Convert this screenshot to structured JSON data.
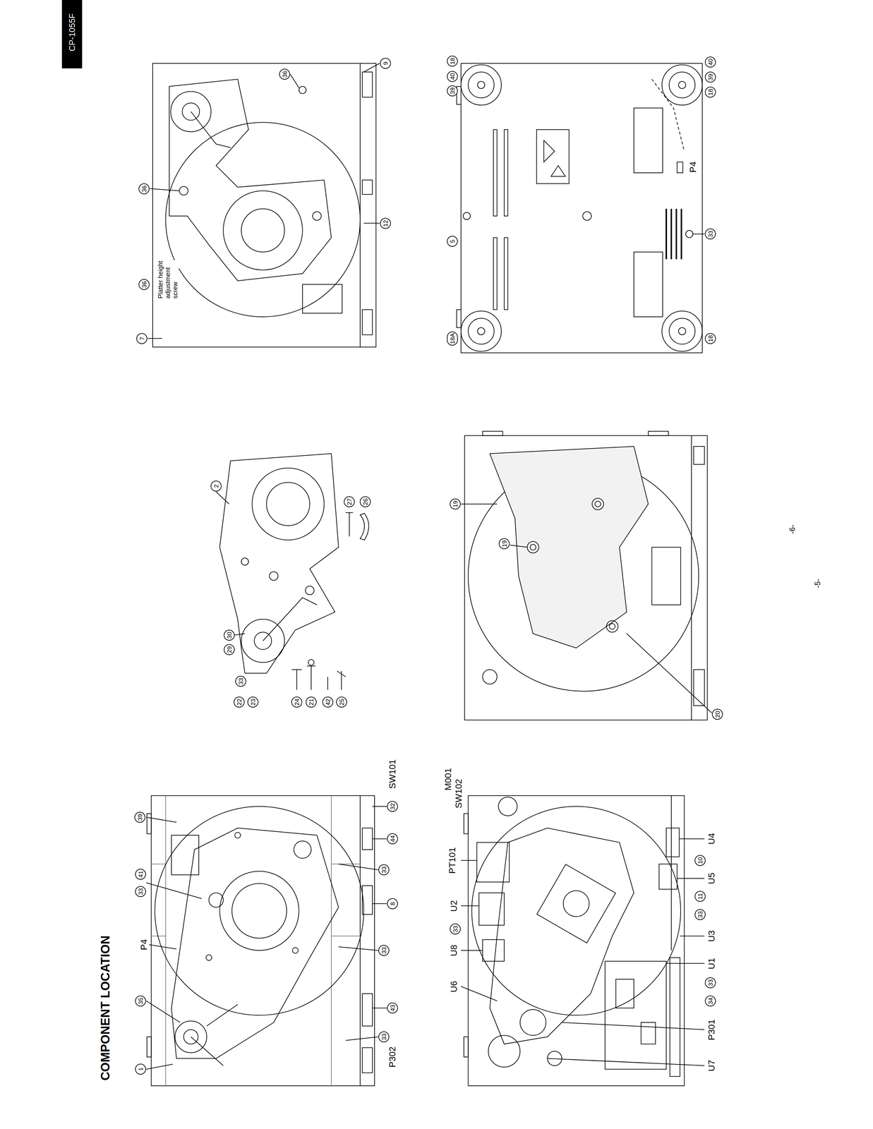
{
  "diagram": {
    "title": "COMPONENT LOCATION",
    "labels": [
      "CP-1055F",
      "39",
      "33",
      "41",
      "P4",
      "35",
      "1",
      "SW101",
      "32",
      "44",
      "33",
      "8",
      "33",
      "43",
      "33",
      "P302",
      "M001",
      "SW102",
      "PT101",
      "U2",
      "33",
      "U8",
      "U6",
      "U4",
      "10",
      "U5",
      "11",
      "33",
      "U3",
      "U1",
      "33",
      "34",
      "P301",
      "U7",
      "2",
      "30",
      "29",
      "33",
      "22",
      "23",
      "24",
      "21",
      "42",
      "25",
      "27",
      "26",
      "19",
      "19",
      "20",
      "36",
      "36",
      "Platter height adjustment screw",
      "36",
      "7",
      "9",
      "12",
      "18",
      "40",
      "39",
      "5",
      "18A",
      "18",
      "33",
      "P4",
      "40",
      "39",
      "18",
      "-6-",
      "-5-"
    ]
  }
}
